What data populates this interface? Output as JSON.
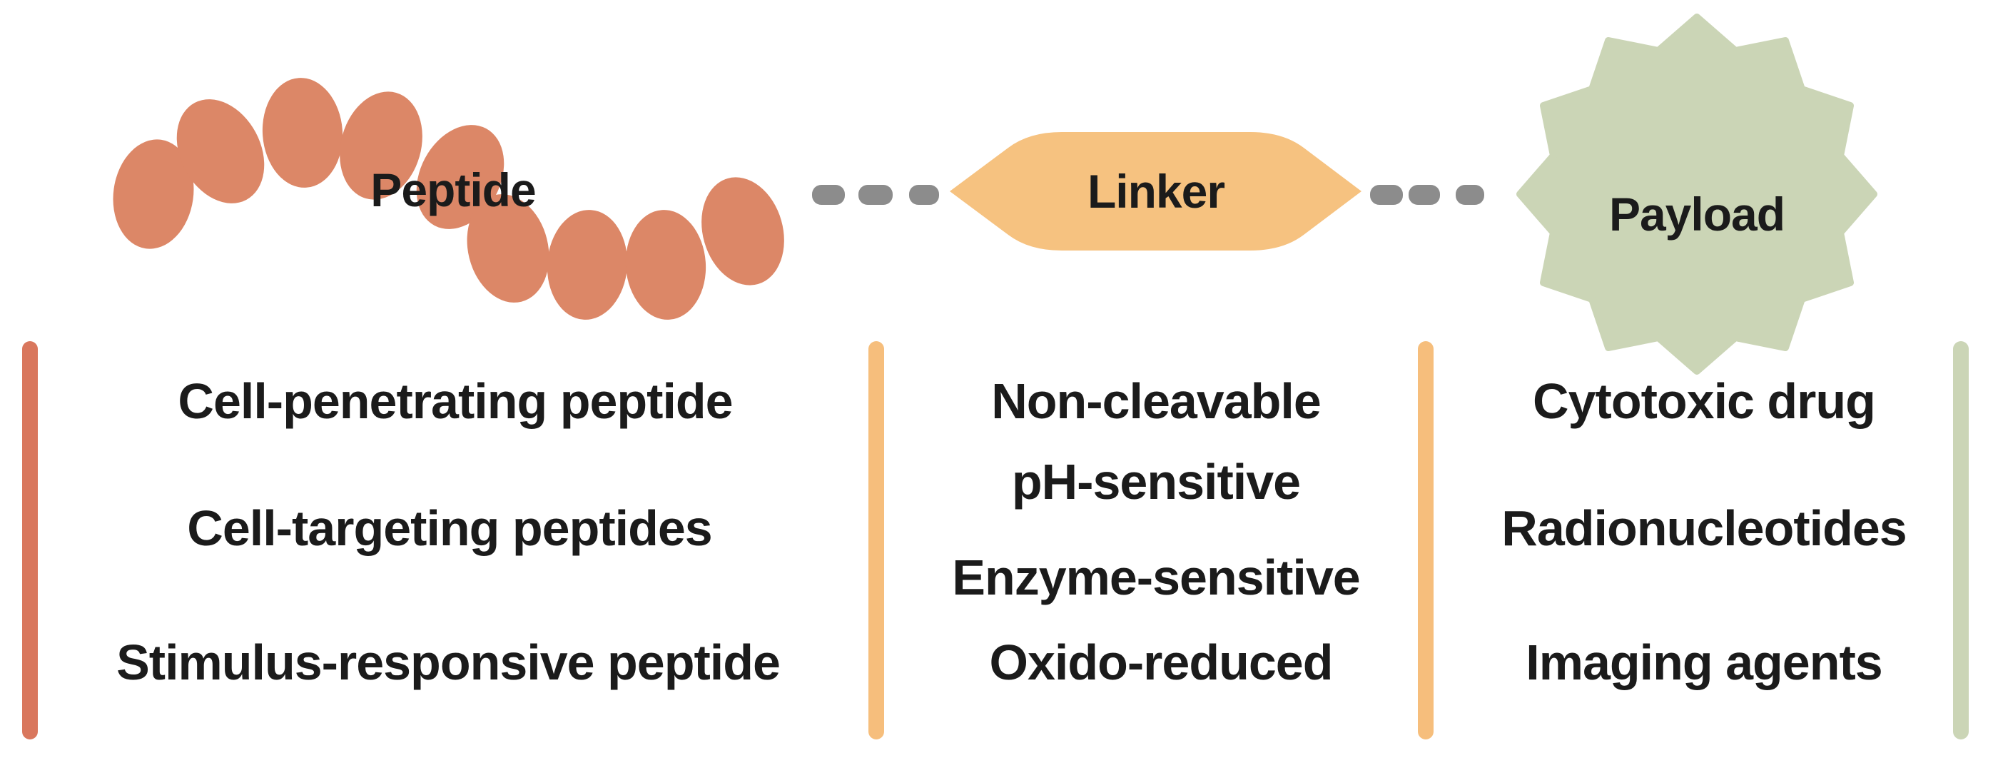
{
  "nodes": {
    "peptide": {
      "label": "Peptide",
      "bead_color": "#DC8767"
    },
    "linker": {
      "label": "Linker",
      "fill": "#F6C280"
    },
    "payload": {
      "label": "Payload",
      "fill": "#CBD5B6"
    }
  },
  "connector": {
    "style": "dashed",
    "color": "#8C8C8C"
  },
  "columns": [
    {
      "name": "peptide-types",
      "bar_color": "#D9775D",
      "items": [
        "Cell-penetrating peptide",
        "Cell-targeting peptides",
        "Stimulus-responsive peptide"
      ]
    },
    {
      "name": "linker-types",
      "bar_color": "#F6BE7C",
      "items": [
        "Non-cleavable",
        "pH-sensitive",
        "Enzyme-sensitive",
        "Oxido-reduced"
      ]
    },
    {
      "name": "payload-types",
      "bar_color": "#F6BE7C",
      "items": [
        "Cytotoxic drug",
        "Radionucleotides",
        "Imaging agents"
      ]
    }
  ],
  "end_bar_color": "#CBD5B6",
  "text_color": "#1B1B1B",
  "background": "#FFFFFF"
}
